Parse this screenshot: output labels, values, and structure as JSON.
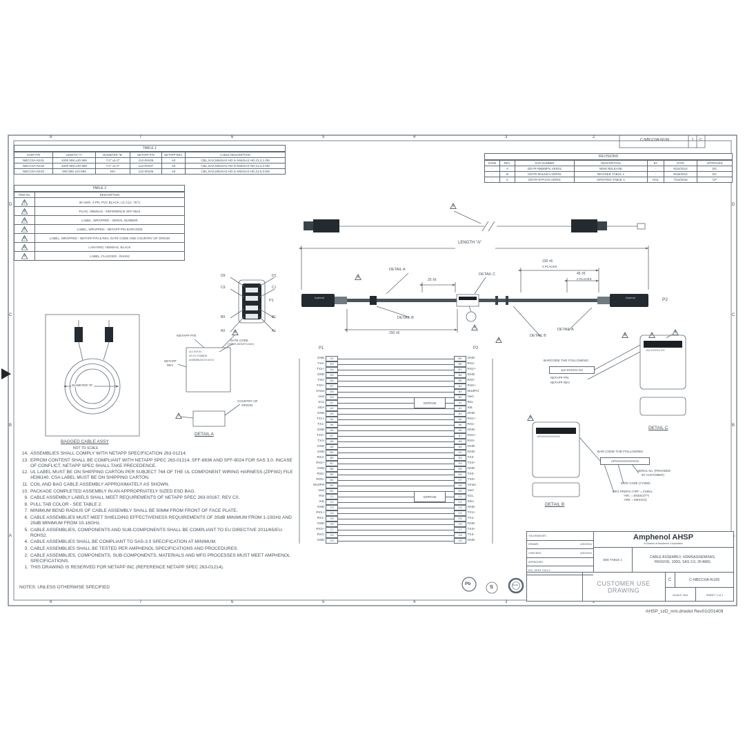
{
  "sheet": {
    "doc_number": "C-NBCC0A-N199",
    "strip_sheet": "1",
    "strip_size": "C",
    "zone_cols": [
      "8",
      "7",
      "6",
      "5",
      "4",
      "3",
      "2"
    ],
    "zone_rows": [
      "D",
      "C",
      "B",
      "A"
    ],
    "footer_note": "AHSP_szD_mm.drwdot Rev01/201409"
  },
  "table1": {
    "title": "TABLE 1",
    "headers": [
      "AHSP P/N",
      "LENGTH \"A\"",
      "DIAMETER \"B\"",
      "NETAPP P/N",
      "NETAPP REV.",
      "CABLE DESCRIPTION"
    ],
    "rows": [
      [
        "NBCC0A-N101",
        "1000 MM ±20 MM",
        "7.0\" ±1.0\"",
        "112-00436",
        "A0",
        "CBL,SAS,MiniSAS HD to MiniSAS HD,CL2,1.0M"
      ],
      [
        "NBCC0A-N102",
        "2000 MM ±40 MM",
        "7.0\" ±1.0\"",
        "112-00437",
        "A0",
        "CBL,SAS,MiniSAS HD to MiniSAS HD,CL2,2.0M"
      ],
      [
        "NBCC0A-N103",
        "500 MM ±10 MM",
        "N/A",
        "112-00435",
        "A0",
        "CBL,SAS,MiniSAS HD to MiniSAS HD,CL0,0.5M"
      ]
    ]
  },
  "table2": {
    "title": "TABLE 2",
    "headers": [
      "ITEM No.",
      "DESCRIPTION"
    ],
    "rows": [
      {
        "item": "1",
        "desc": "30 AWG, 4-PR, PVC BLACK, UL CL2, 75°C"
      },
      {
        "item": "2",
        "desc": "PLUG, HDMSAS - REFERENCE SFF-8644"
      },
      {
        "item": "3",
        "desc": "LABEL, WRAPPED - SERIAL NUMBER"
      },
      {
        "item": "4",
        "desc": "LABEL, WRAPPED - NETAPP P/N BARCODE"
      },
      {
        "item": "5",
        "desc": "LABEL, WRAPPED - NETAPP P/N & REV, DATE CODE AND COUNTRY OF ORIGIN"
      },
      {
        "item": "6",
        "desc": "LANYARD, HDMSAS, BLACK"
      },
      {
        "item": "7",
        "desc": "LABEL, FLAGGED - RoHS2"
      }
    ]
  },
  "revisions": {
    "title": "REVISIONS",
    "headers": [
      "ZONE",
      "REV.",
      "SCR NUMBER",
      "DESCRIPTION",
      "BY",
      "DATE",
      "APPROVED"
    ],
    "rows": [
      [
        "-",
        "A",
        "DDYR-9NBMPS.VER01",
        "NEW RELEASE",
        "-",
        "8/22/2014",
        "DC"
      ],
      [
        "-",
        "B",
        "DDYR-9NUUE4.VER02",
        "REVISED TABLE 1",
        "-",
        "9/18/2014",
        "DC"
      ],
      [
        "-",
        "C",
        "DDYR-9YPJA0.VER01",
        "UPDATED TABLE 1",
        "HGL",
        "7/24/2015",
        "CP"
      ]
    ]
  },
  "dims": {
    "length_a": "LENGTH \"A\"",
    "d100": "100 ±6",
    "d45": "45 ±6",
    "places": "2 PLACES",
    "d25": "25 ±6",
    "d150": "150 ±6"
  },
  "labels": {
    "detail_a": "DETAIL A",
    "detail_b": "DETAIL B",
    "detail_c": "DETAIL C",
    "p1": "P1",
    "p2": "P2",
    "amphenol": "Amphenol",
    "eeprom": "EEPROM",
    "bagged_title": "BAGGED CABLE ASSY",
    "bagged_sub": "NOT TO SCALE",
    "diameter": "DIAMETER \"B\""
  },
  "face": {
    "pins": [
      "D9",
      "D1",
      "C9",
      "C1",
      "B9",
      "B1",
      "A9",
      "A1"
    ]
  },
  "detail_a": {
    "c_pn": "NETAPP P/N",
    "c_date1": "DATE CODE",
    "c_date2": "(YEAR,MONTH,DAY)",
    "c_rev1": "NETAPP",
    "c_rev2": "REV",
    "c_co1": "COUNTRY OF",
    "c_co2": "ORIGIN",
    "label_lines": [
      "112-XXXXX",
      "X0 XX YYMMDD",
      "ASSEMBLED IN XXXX"
    ]
  },
  "detail_c": {
    "barcode": "112-XXXXX-XX",
    "callout_header": "BARCODE THE FOLLOWING:",
    "callout_code": "112-XXXXX+XX",
    "c1": "NETAPP P/N",
    "c2": "NETAPP REV"
  },
  "detail_b": {
    "barcode": "APXXXXXXXXXXX",
    "callout_header": "BAR CODE THE FOLLOWING:",
    "callout_code": "APXXXXXXXXXXXX",
    "s1": "SERIAL No. (PROVIDED",
    "s2": "BY CUSTOMER)",
    "d": "DATE CODE (YYWW)",
    "m1": "MFG PREFIX ('APF' = CHINA;",
    "m2": "'APL' = ENDICOTT;",
    "m3": "'APE' = MEXICO)"
  },
  "wiring": {
    "rows": [
      [
        "GND",
        "D2",
        "B9",
        "GND"
      ],
      [
        "TX2-",
        "D3",
        "B8",
        "RX2-"
      ],
      [
        "TX2+",
        "D4",
        "B7",
        "RX2+"
      ],
      [
        "GND",
        "D5",
        "B6",
        "GND"
      ],
      [
        "TX0-",
        "D6",
        "B5",
        "RX0-"
      ],
      [
        "TX0+",
        "D7",
        "B4",
        "RX0+"
      ],
      [
        "Vman",
        "D8",
        "B3",
        "ModPnl"
      ],
      [
        "Vact",
        "D9",
        "B2",
        "Vact"
      ],
      [
        "SCL",
        "A1",
        "A1",
        "Rsv"
      ],
      [
        "SDA",
        "A2",
        "A2",
        "IntL"
      ],
      [
        "GND",
        "A3",
        "A3",
        "GND"
      ],
      [
        "TX1+",
        "A4",
        "A4",
        "RX1+"
      ],
      [
        "TX1-",
        "A5",
        "A5",
        "RX1-"
      ],
      [
        "GND",
        "A6",
        "A6",
        "GND"
      ],
      [
        "TX3+",
        "A7",
        "A7",
        "RX3+"
      ],
      [
        "TX3-",
        "A8",
        "A8",
        "RX3-"
      ],
      [
        "GND",
        "A9",
        "A9",
        "GND"
      ],
      [
        "GND",
        "B9",
        "D2",
        "GND"
      ],
      [
        "RX2-",
        "B8",
        "D3",
        "TX2-"
      ],
      [
        "RX2+",
        "B7",
        "D4",
        "TX2+"
      ],
      [
        "GND",
        "B6",
        "D5",
        "GND"
      ],
      [
        "RX0-",
        "B5",
        "D6",
        "TX0-"
      ],
      [
        "RX0+",
        "B4",
        "D7",
        "TX0+"
      ],
      [
        "ModPnl",
        "B3",
        "D8",
        "Vman"
      ],
      [
        "Vact",
        "B2",
        "D9",
        "Vact"
      ],
      [
        "Rsv",
        "C1",
        "C1",
        "SCL"
      ],
      [
        "IntL",
        "C2",
        "C2",
        "SDA"
      ],
      [
        "GND",
        "C3",
        "C3",
        "GND"
      ],
      [
        "RX1+",
        "C4",
        "C4",
        "TX1+"
      ],
      [
        "RX1-",
        "C5",
        "C5",
        "TX1-"
      ],
      [
        "GND",
        "C6",
        "C6",
        "GND"
      ],
      [
        "RX3+",
        "C7",
        "C7",
        "TX3+"
      ],
      [
        "RX3-",
        "C8",
        "C8",
        "TX3-"
      ],
      [
        "GND",
        "C9",
        "C9",
        "GND"
      ]
    ]
  },
  "notes": {
    "footer": "NOTES: UNLESS OTHERWISE SPECIFIED",
    "items": [
      {
        "n": "14",
        "t": "ASSEMBLIES SHALL COMPLY WITH NETAPP SPECIFICATION 263-01214."
      },
      {
        "n": "13",
        "t": "EPROM CONTENT SHALL BE COMPLIANT WITH NETAPP SPEC 263-01214, SFF-8636 AND SFF-8024 FOR SAS 3.0.  INCASE OF CONFLICT, NETAPP SPEC SHALL TAKE PRECEDENCE."
      },
      {
        "n": "12",
        "t": "UL LABEL MUST BE ON SHIPPING CARTON PER SUBJECT 764 OF THE UL COMPONENT WIRING HARNESS (ZPFW2) FILE #E86140.  CSA LABEL MUST BE ON SHIPPING CARTON."
      },
      {
        "n": "11",
        "t": "COIL AND BAG CABLE ASSEMBLY APPROXIMATELY AS SHOWN."
      },
      {
        "n": "10",
        "t": "PACKAGE COMPLETED ASSEMBLY IN AN APPROPRIATELY SIZED ESD BAG."
      },
      {
        "n": "9",
        "t": "CABLE ASSEMBLY LABELS SHALL MEET REQUIREMENTS OF NETAPP SPEC 263-00167, REV C0."
      },
      {
        "n": "8",
        "t": "PULL TAB COLOR - SEE TABLE 2."
      },
      {
        "n": "7",
        "t": "MINIMUM BEND RADIUS OF CABLE ASSEMBLY SHALL BE 50MM FROM FRONT OF FACE PLATE."
      },
      {
        "n": "6",
        "t": "CABLE ASSEMBLIES MUST MEET SHIELDING EFFECTIVENESS REQUIREMENTS OF 3SdB MINIMUM FROM 1-10GHz AND 20dB MINIMUM FROM 10-18GHz."
      },
      {
        "n": "5",
        "t": "CABLE ASSEMBLIES, COMPONENTS AND SUB-COMPONENTS SHALL BE COMPLIANT TO EU DIRECTIVE 2011/65/EU-ROHS2."
      },
      {
        "n": "4",
        "t": "CABLE ASSEMBLIES SHALL BE COMPLIANT TO SAS-3.0 SPECIFICATION AT MINIMUM."
      },
      {
        "n": "3",
        "t": "CABLE ASSEMBLIES SHALL BE TESTED PER AMPHENOL SPECIFICATIONS AND PROCEDURES."
      },
      {
        "n": "2",
        "t": "CABLE ASSEMBLIES, COMPONENTS, SUB-COMPONENTS, MATERIALS AND MFG PROCESSES MUST MEET AMPHENOL SPECIFICATIONS."
      },
      {
        "n": "1",
        "t": "THIS DRAWING IS RESERVED FOR NETAPP INC (REFERENCE NETAPP SPEC 263-01214)."
      }
    ]
  },
  "title_block": {
    "approvals": [
      [
        "TOLERANCES",
        ""
      ],
      [
        "DRAWN",
        "4/30/2014"
      ],
      [
        "CHECKED",
        "4/30/2014"
      ],
      [
        "APPROVED",
        ""
      ],
      [
        "ECL GENT 2141-2",
        ""
      ]
    ],
    "company": "Amphenol AHSP",
    "company_sub": "A Division of Amphenol Corporation",
    "see_table": "SEE TABLE 1",
    "title_line1": "CABLE ASSEMBLY, HDMSAS/HDMSAS,",
    "title_line2": "PASSIVE, 100Ω, SAS 3.0, 30 AWG",
    "usage1": "CUSTOMER USE",
    "usage2": "DRAWING",
    "size": "C",
    "doc": "C-NBCC0A-N199",
    "scale": "SCALE: N/A",
    "sheet": "SHEET 1 of 1"
  },
  "symbols": {
    "pb": "Pb",
    "s": "S",
    "rohs": "RoHS"
  },
  "flags": [
    "1",
    "2",
    "3",
    "4",
    "4",
    "5",
    "5",
    "6",
    "2",
    "7"
  ]
}
